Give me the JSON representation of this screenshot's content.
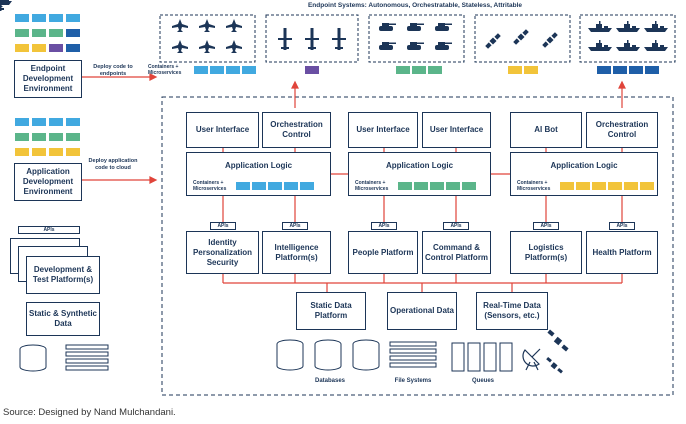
{
  "header": {
    "title": "Endpoint Systems: Autonomous, Orchestratable, Stateless, Attritable",
    "containers_label": "Containers + Microservices"
  },
  "left": {
    "endpoint_env": "Endpoint Development Environment",
    "deploy_endpoints": "Deploy code to endpoints",
    "app_env": "Application Development Environment",
    "deploy_cloud": "Deploy application code to cloud",
    "apis": "APIs",
    "devtest": "Development & Test Platform(s)",
    "static_synth": "Static & Synthetic Data"
  },
  "groups": [
    {
      "top_left": "User Interface",
      "top_right": "Orchestration Control",
      "logic": "Application Logic",
      "containers": "Containers + Microservices",
      "platform_left": "Identity Personalization Security",
      "platform_right": "Intelligence Platform(s)"
    },
    {
      "top_left": "User Interface",
      "top_right": "User Interface",
      "logic": "Application Logic",
      "containers": "Containers + Microservices",
      "platform_left": "People Platform",
      "platform_right": "Command & Control Platform"
    },
    {
      "top_left": "AI Bot",
      "top_right": "Orchestration Control",
      "logic": "Application Logic",
      "containers": "Containers + Microservices",
      "platform_left": "Logistics Platform(s)",
      "platform_right": "Health Platform"
    }
  ],
  "apis_label": "APIs",
  "data_layer": {
    "static": "Static Data Platform",
    "operational": "Operational Data",
    "realtime": "Real-Time Data (Sensors, etc.)"
  },
  "storage": {
    "databases": "Databases",
    "file_systems": "File Systems",
    "queues": "Queues"
  },
  "caption": "Source: Designed by Nand Mulchandani.",
  "colors": {
    "navy": "#1c3557",
    "red": "#e0443a",
    "light_blue": "#41a9e0",
    "purple": "#6a4fa3",
    "green": "#5bb58a",
    "yellow": "#f2c43a",
    "dark_blue": "#1f5fa8"
  },
  "icons": [
    "fighter-jet-icon",
    "drone-icon",
    "tank-icon",
    "satellite-icon",
    "ship-icon",
    "satellite-dish-icon"
  ]
}
